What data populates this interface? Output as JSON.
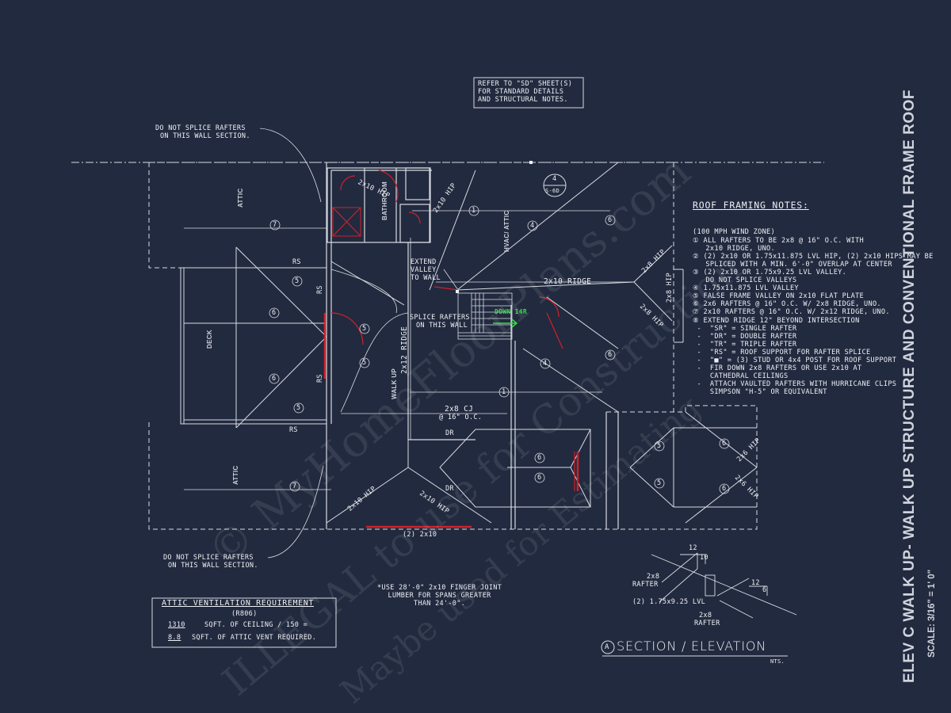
{
  "callouts": {
    "refer_sd": [
      "REFER TO \"SD\" SHEET(S)",
      "FOR STANDARD DETAILS",
      "AND STRUCTURAL NOTES."
    ],
    "no_splice_top": [
      "DO NOT SPLICE RAFTERS",
      "ON THIS WALL SECTION."
    ],
    "no_splice_bottom": [
      "DO NOT SPLICE RAFTERS",
      "ON THIS WALL SECTION."
    ],
    "extend_valley": [
      "EXTEND",
      "VALLEY",
      "TO WALL"
    ],
    "splice_rafters": [
      "SPLICE RAFTERS",
      "ON THIS WALL"
    ],
    "finger_joint": [
      "*USE 28'-0\" 2x10 FINGER JOINT",
      "LUMBER FOR SPANS GREATER",
      "THAN 24'-0\"."
    ]
  },
  "rooms": {
    "attic_top": "ATTIC",
    "attic_bottom": "ATTIC",
    "deck": "DECK",
    "bathroom": "BATHROOM",
    "hvac_attic": "HVAC/ ATTIC",
    "walk_up": "WALK UP",
    "down_14r": "DOWN 14R"
  },
  "plan_labels": {
    "hip_2x10_a": "2x10 HIP",
    "hip_2x10_b": "2x10 HIP",
    "hip_2x10_c": "2x10 HIP",
    "hip_2x10_d": "2x10 HIP",
    "ridge_2x10": "2x10 RIDGE",
    "ridge_2x12": "2x12 RIDGE",
    "cj": "2x8 CJ",
    "cj_oc": "@ 16\" O.C.",
    "rs": "RS",
    "dr": "DR",
    "hip_2x8": "2x8 HIP",
    "hip_2x6": "2x6 HIP",
    "two_2x10": "(2) 2x10",
    "marker_4": "4",
    "marker_sheet": "S-6D",
    "n1": "1",
    "n4": "4",
    "n5": "5",
    "n6": "6",
    "n7": "7"
  },
  "roof_notes": {
    "title": "ROOF FRAMING NOTES:",
    "lines": [
      "(100 MPH WIND ZONE)",
      "① ALL RAFTERS TO BE 2x8 @ 16\" O.C. WITH",
      "   2x10 RIDGE, UNO.",
      "② (2) 2x10 OR 1.75x11.875 LVL HIP, (2) 2x10 HIPS MAY BE",
      "   SPLICED WITH A MIN. 6'-0\" OVERLAP AT CENTER",
      "③ (2) 2x10 OR 1.75x9.25 LVL VALLEY.",
      "   DO NOT SPLICE VALLEYS",
      "④ 1.75x11.875 LVL VALLEY",
      "⑤ FALSE FRAME VALLEY ON 2x10 FLAT PLATE",
      "⑥ 2x6 RAFTERS @ 16\" O.C. W/ 2x8 RIDGE, UNO.",
      "⑦ 2x10 RAFTERS @ 16\" O.C. W/ 2x12 RIDGE, UNO.",
      "⑧ EXTEND RIDGE 12\" BEYOND INTERSECTION",
      " -  \"SR\" = SINGLE RAFTER",
      " -  \"DR\" = DOUBLE RAFTER",
      " -  \"TR\" = TRIPLE RAFTER",
      " -  \"RS\" = ROOF SUPPORT FOR RAFTER SPLICE",
      " -  \"■\" = (3) STUD OR 4x4 POST FOR ROOF SUPPORT",
      " -  FIR DOWN 2x8 RAFTERS OR USE 2x10 AT",
      "    CATHEDRAL CEILINGS",
      " -  ATTACH VAULTED RAFTERS WITH HURRICANE CLIPS",
      "    SIMPSON \"H-5\" OR EQUIVALENT"
    ]
  },
  "attic_vent": {
    "title": "ATTIC VENTILATION REQUIREMENT",
    "code": "(R806)",
    "ceiling_value": "1310",
    "ceiling_text": "SQFT. OF CEILING / 150 =",
    "vent_value": "8.8",
    "vent_text": "SQFT. OF ATTIC VENT REQUIRED."
  },
  "section": {
    "letter": "A",
    "title": "SECTION / ELEVATION",
    "nts": "NTS.",
    "pitch_12a": "12",
    "pitch_10": "10",
    "pitch_12b": "12",
    "pitch_6": "6",
    "rafter_2x8_a": [
      "2x8",
      "RAFTER"
    ],
    "rafter_2x8_b": [
      "2x8",
      "RAFTER"
    ],
    "lvl": "(2) 1.75x9.25 LVL"
  },
  "title_block": {
    "sheet_title": "ELEV C WALK UP- WALK UP STRUCTURE AND CONVENTIONAL FRAME ROOF",
    "scale": "SCALE: 3/16\" = 1' 0\""
  },
  "watermark": {
    "line1": "© MyHomeFloorPlans.com",
    "line2": "ILLEGAL to use for Construction",
    "line3": "Maybe used for Estimating"
  },
  "colors": {
    "background": "#222a3f",
    "linework": "#d8dbe2",
    "room_label": "#29e33b",
    "red_markup": "#d0202a"
  }
}
